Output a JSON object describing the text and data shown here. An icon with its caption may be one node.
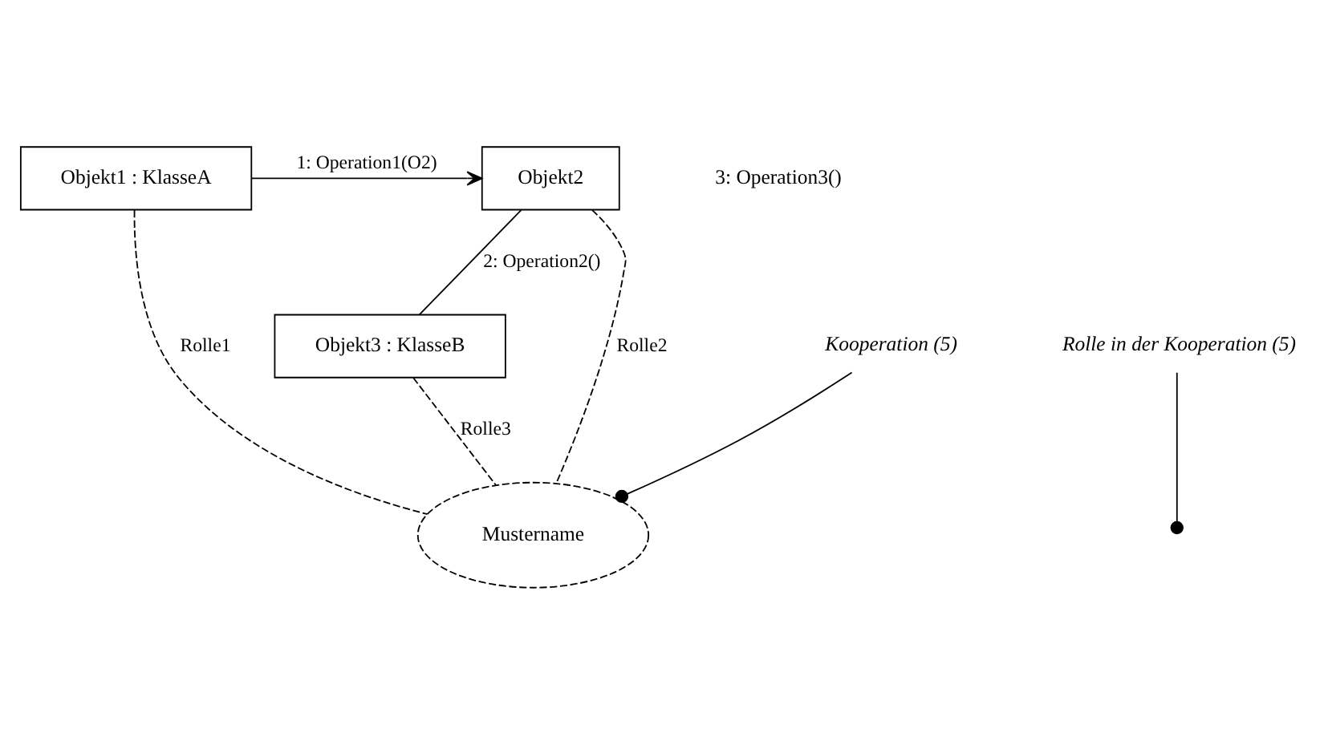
{
  "diagram": {
    "nodes": [
      {
        "text": [
          "Objekt1 : KlasseA"
        ]
      },
      {
        "text": [
          "Objekt2"
        ]
      },
      {
        "text": [
          "Objekt3 : KlasseB"
        ]
      },
      {
        "text": [
          "Mustername"
        ]
      },
      {
        "text": [
          "Rolle in der Kooperation (5)"
        ]
      },
      {
        "text": [
          "Kooperation (5)"
        ]
      }
    ],
    "edges": [
      {
        "from": 0,
        "to": 1,
        "arrow": "to",
        "label": "1: Operation1(O2)"
      },
      {
        "from": 1,
        "to": 2,
        "arrow": "none",
        "label": "2: Operation2()"
      },
      {
        "from": 0,
        "to": 3,
        "arrow": "none",
        "style": "dashed",
        "label": "Rolle1"
      },
      {
        "from": 1,
        "to": 3,
        "arrow": "none",
        "style": "dashed",
        "label": "Rolle2"
      },
      {
        "from": 2,
        "to": 3,
        "arrow": "none",
        "style": "dashed",
        "label": "Rolle3"
      },
      {
        "from": 4,
        "to": null,
        "arrow": "other"
      },
      {
        "from": 5,
        "to": 3,
        "arrow": "other"
      }
    ],
    "labels": [
      "3: Operation3()"
    ]
  }
}
